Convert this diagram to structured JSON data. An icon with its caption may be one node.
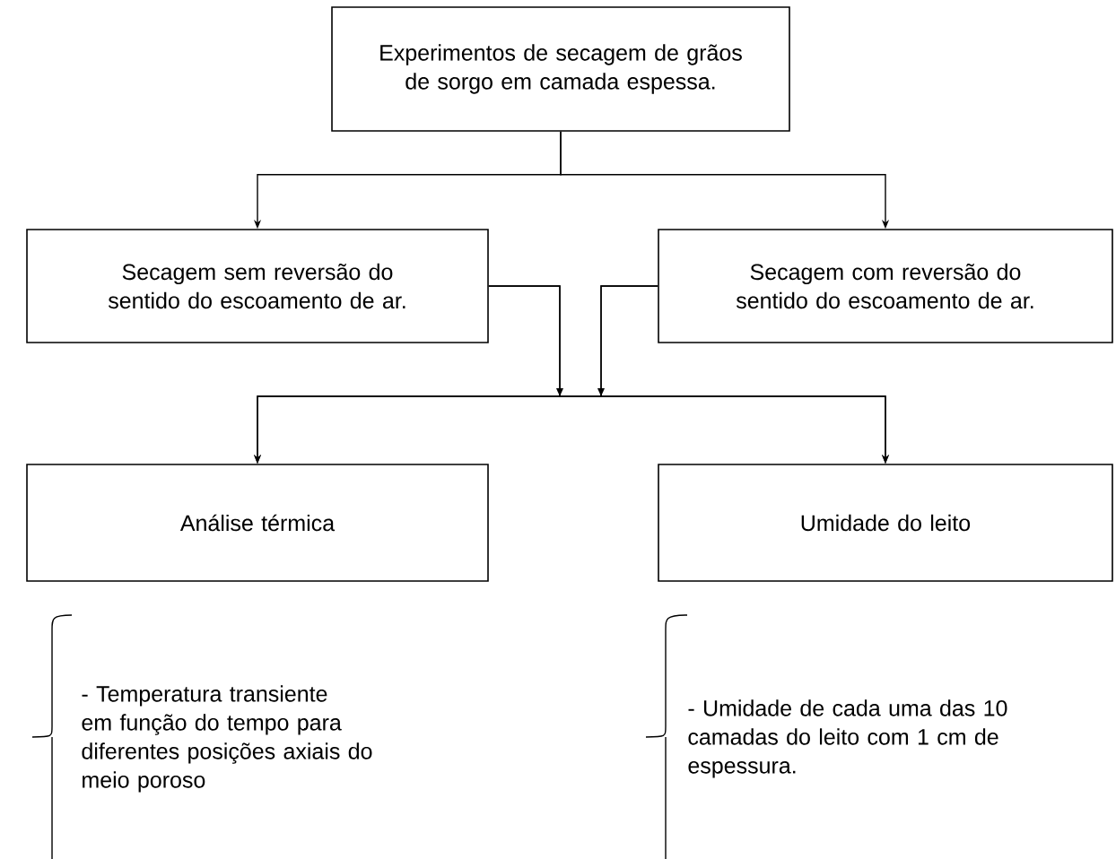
{
  "diagram": {
    "nodes": [
      {
        "text": [
          "Experimentos de secagem de grãos de sorgo em camada espessa."
        ]
      },
      {
        "text": [
          "Secagem sem reversão do sentido do escoamento de ar."
        ]
      },
      {
        "text": [
          "Secagem com reversão do sentido do escoamento de ar."
        ]
      },
      {
        "text": [
          "Análise térmica"
        ]
      },
      {
        "text": [
          "Umidade do leito"
        ]
      }
    ],
    "edges": [
      {
        "from": 0,
        "to": 1,
        "arrow": "to"
      },
      {
        "from": 0,
        "to": 2,
        "arrow": "to"
      },
      {
        "from": 1,
        "to": 3,
        "arrow": "to"
      },
      {
        "from": 1,
        "to": 4,
        "arrow": "to"
      },
      {
        "from": 2,
        "to": 3,
        "arrow": "to"
      },
      {
        "from": 2,
        "to": 4,
        "arrow": "to"
      }
    ],
    "labels": [
      "- Temperatura transiente em função do tempo para diferentes posições axiais do meio poroso",
      "- Umidade de cada uma das 10 camadas do leito com 1 cm de espessura."
    ]
  }
}
